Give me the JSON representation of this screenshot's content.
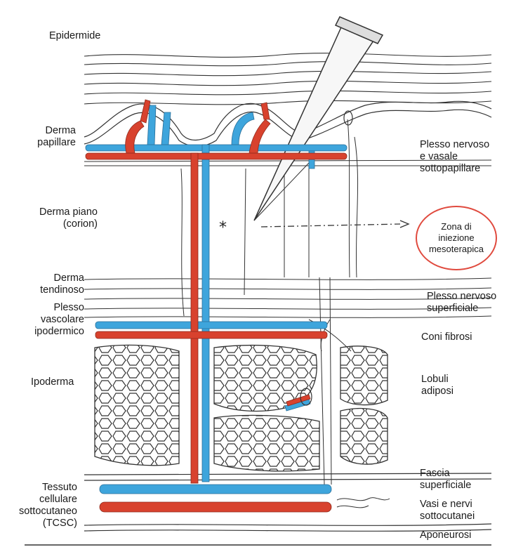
{
  "left_labels": {
    "epidermide": "Epidermide",
    "derma_papillare": "Derma\npapillare",
    "derma_piano": "Derma piano\n(corion)",
    "derma_tendinoso": "Derma\ntendinoso",
    "plesso_vascolare": "Plesso\nvascolare\nipodermico",
    "ipoderma": "Ipoderma",
    "tcsc": "Tessuto\ncellulare\nsottocutaneo\n(TCSC)"
  },
  "right_labels": {
    "plesso_sottopapillare": "Plesso nervoso\ne vasale\nsottopapillare",
    "plesso_superficiale": "Plesso nervoso\nsuperficiale",
    "coni_fibrosi": "Coni fibrosi",
    "lobuli_adiposi": "Lobuli\nadiposi",
    "fascia_superficiale": "Fascia\nsuperficiale",
    "vasi_nervi": "Vasi e nervi\nsottocutanei",
    "aponeurosi": "Aponeurosi"
  },
  "zone": {
    "label": "Zona di\niniezione\nmesoterapica",
    "border_color": "#e04a3e"
  },
  "marker": "*",
  "colors": {
    "artery": "#d8422e",
    "vein": "#3ea5dc",
    "line": "#333333"
  }
}
